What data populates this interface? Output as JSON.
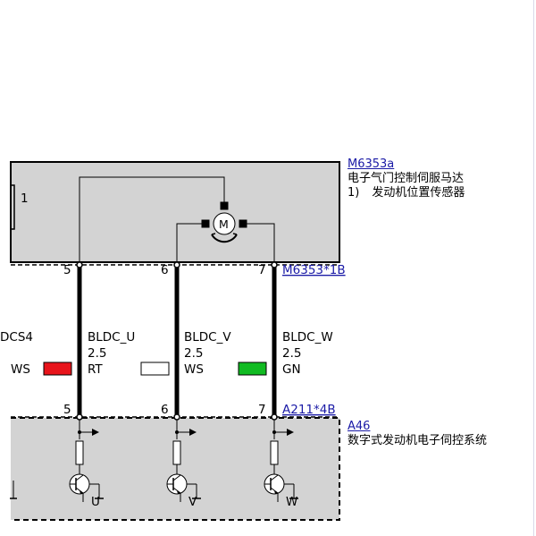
{
  "components": {
    "motor": {
      "id": "M6353a",
      "name": "电子气门控制伺服马达",
      "note_num": "1)",
      "note_text": "发动机位置传感器",
      "box_label": "1",
      "motor_symbol": "M"
    },
    "motor_connector": "M6353*1B",
    "ecu": {
      "id": "A46",
      "name": "数字式发动机电子伺控系统"
    },
    "ecu_connector": "A211*4B"
  },
  "partial_wire": {
    "signal": "DCS4",
    "color_code": "WS",
    "swatch": "#e8141b"
  },
  "wires": [
    {
      "pin_top": "5",
      "pin_bottom": "5",
      "signal": "BLDC_U",
      "gauge": "2.5",
      "color_code": "RT",
      "swatch": "#ffffff",
      "transistor": "U"
    },
    {
      "pin_top": "6",
      "pin_bottom": "6",
      "signal": "BLDC_V",
      "gauge": "2.5",
      "color_code": "WS",
      "swatch": "#11bb22",
      "transistor": "V"
    },
    {
      "pin_top": "7",
      "pin_bottom": "7",
      "signal": "BLDC_W",
      "gauge": "2.5",
      "color_code": "GN",
      "swatch": null,
      "transistor": "W"
    }
  ],
  "colors": {
    "component_fill": "#d3d3d3",
    "link": "#1a1aa6",
    "wire": "#000000"
  }
}
